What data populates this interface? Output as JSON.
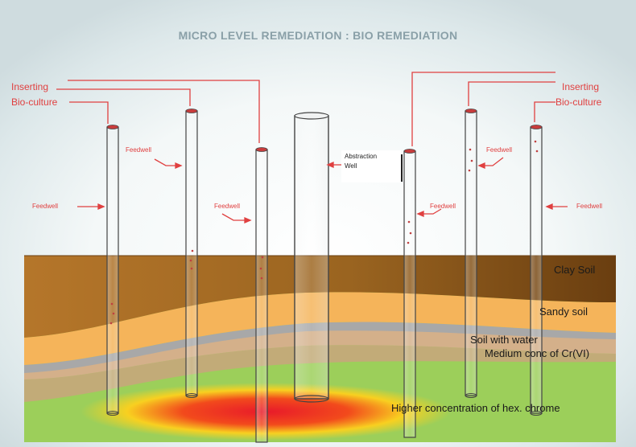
{
  "title": "MICRO LEVEL REMEDIATION : BIO REMEDIATION",
  "labels": {
    "insert_left_1": "Inserting",
    "insert_left_2": "Bio-culture",
    "insert_right_1": "Inserting",
    "insert_right_2": "Bio-culture",
    "feed": "Feedwell",
    "abstraction_1": "Abstraction",
    "abstraction_2": "Well"
  },
  "layers": {
    "clay": "Clay Soil",
    "sandy": "Sandy soil",
    "water": "Soil with water",
    "medium": "Medium conc of Cr(VI)",
    "high": "Higher concentration of hex.  chrome"
  },
  "colors": {
    "clay": "#8a5614",
    "sandy": "#f5b45a",
    "water": "#a8a8a8",
    "medium": "#c9a47e",
    "base": "#9ccf5a",
    "hot": "#e8202a",
    "accent": "#e04040"
  }
}
